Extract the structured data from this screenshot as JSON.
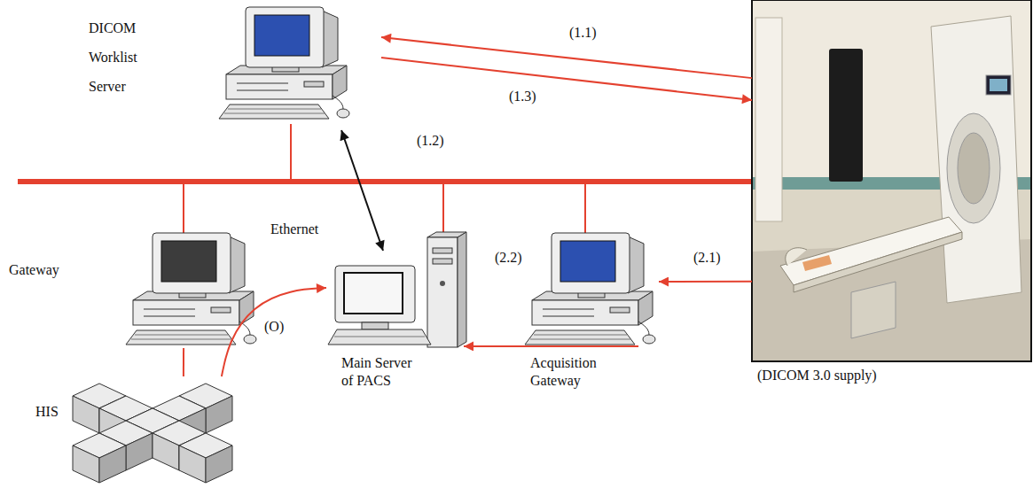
{
  "diagram": {
    "nodes": [
      {
        "text": [
          "DICOM Worklist Server"
        ]
      },
      {
        "text": [
          "(DICOM 3.0 supply)"
        ]
      },
      {
        "text": [
          "Gateway"
        ]
      },
      {
        "text": [
          "Main Server of PACS"
        ]
      },
      {
        "text": [
          "Acquisition Gateway"
        ]
      },
      {
        "text": [
          "HIS"
        ]
      }
    ],
    "edges": [
      {
        "from": 1,
        "to": 0,
        "arrow": "to",
        "label": "(1.1)"
      },
      {
        "from": 0,
        "to": 1,
        "arrow": "to",
        "label": "(1.3)"
      },
      {
        "from": 0,
        "to": 3,
        "arrow": "both",
        "label": "(1.2)"
      },
      {
        "from": 1,
        "to": 4,
        "arrow": "to",
        "label": "(2.1)"
      },
      {
        "from": 4,
        "to": 3,
        "arrow": "to"
      },
      {
        "from": 5,
        "to": 3,
        "arrow": "to",
        "label": "(O)"
      },
      {
        "from": 2,
        "to": 5,
        "arrow": "none"
      }
    ],
    "labels": [
      "Ethernet",
      "(2.2)"
    ]
  }
}
